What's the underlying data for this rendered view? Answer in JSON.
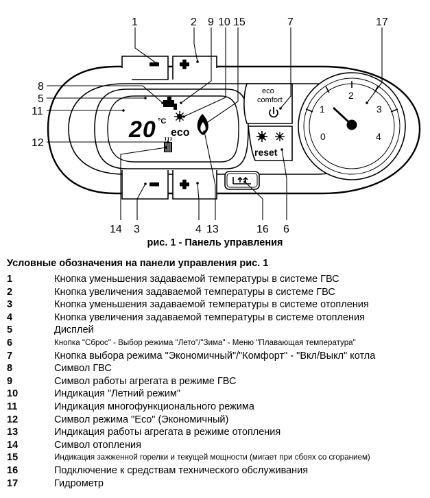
{
  "callouts": {
    "c1": "1",
    "c2": "2",
    "c9": "9",
    "c10": "10",
    "c15": "15",
    "c7": "7",
    "c17": "17",
    "c8": "8",
    "c5": "5",
    "c11": "11",
    "c12": "12",
    "c14": "14",
    "c3": "3",
    "c4": "4",
    "c13": "13",
    "c16": "16",
    "c6": "6"
  },
  "panel": {
    "display_temp": "20",
    "display_unit": "°C",
    "eco_text": "eco",
    "eco_button_line1": "eco",
    "eco_button_line2": "comfort",
    "reset_label": "reset",
    "gauge_labels": [
      "0",
      "1",
      "2",
      "3",
      "4"
    ],
    "icons": [
      "minus-icon",
      "plus-icon",
      "tap-icon",
      "sun-icon",
      "flame-icon",
      "radiator-icon",
      "power-icon",
      "snowflake-icon",
      "service-connector-icon"
    ]
  },
  "caption": "рис. 1 - Панель управления",
  "legend_title": "Условные обозначения на панели управления рис. 1",
  "legend": [
    {
      "num": "1",
      "text": "Кнопка уменьшения задаваемой температуры в системе  ГВС"
    },
    {
      "num": "2",
      "text": "Кнопка увеличения задаваемой температуры в системе  ГВС"
    },
    {
      "num": "3",
      "text": "Кнопка уменьшения задаваемой температуры в системе отопления"
    },
    {
      "num": "4",
      "text": "Кнопка увеличения задаваемой температуры в системе отопления"
    },
    {
      "num": "5",
      "text": "Дисплей"
    },
    {
      "num": "6",
      "text": "Кнопка \"Сброс\" - Выбор режима \"Лето\"/\"Зима\" - Меню \"Плавающая температура\""
    },
    {
      "num": "7",
      "text": "Кнопка выбора режима \"Экономичный\"/\"Комфорт\" - \"Вкл/Выкл\" котла"
    },
    {
      "num": "8",
      "text": "Символ ГВС"
    },
    {
      "num": "9",
      "text": "Символ работы агрегата в режиме ГВС"
    },
    {
      "num": "10",
      "text": "Индикация \"Летний режим\""
    },
    {
      "num": "11",
      "text": "Индикация многофункционального режима"
    },
    {
      "num": "12",
      "text": "Символ режима \"Eco\" (Экономичный)"
    },
    {
      "num": "13",
      "text": "Индикация работы агрегата в режиме отопления"
    },
    {
      "num": "14",
      "text": "Символ отопления"
    },
    {
      "num": "15",
      "text": "Индикация зажженной горелки и текущей мощности  (мигает при сбоях со сгоранием)"
    },
    {
      "num": "16",
      "text": "Подключение к средствам технического обслуживания"
    },
    {
      "num": "17",
      "text": "Гидрометр"
    }
  ]
}
